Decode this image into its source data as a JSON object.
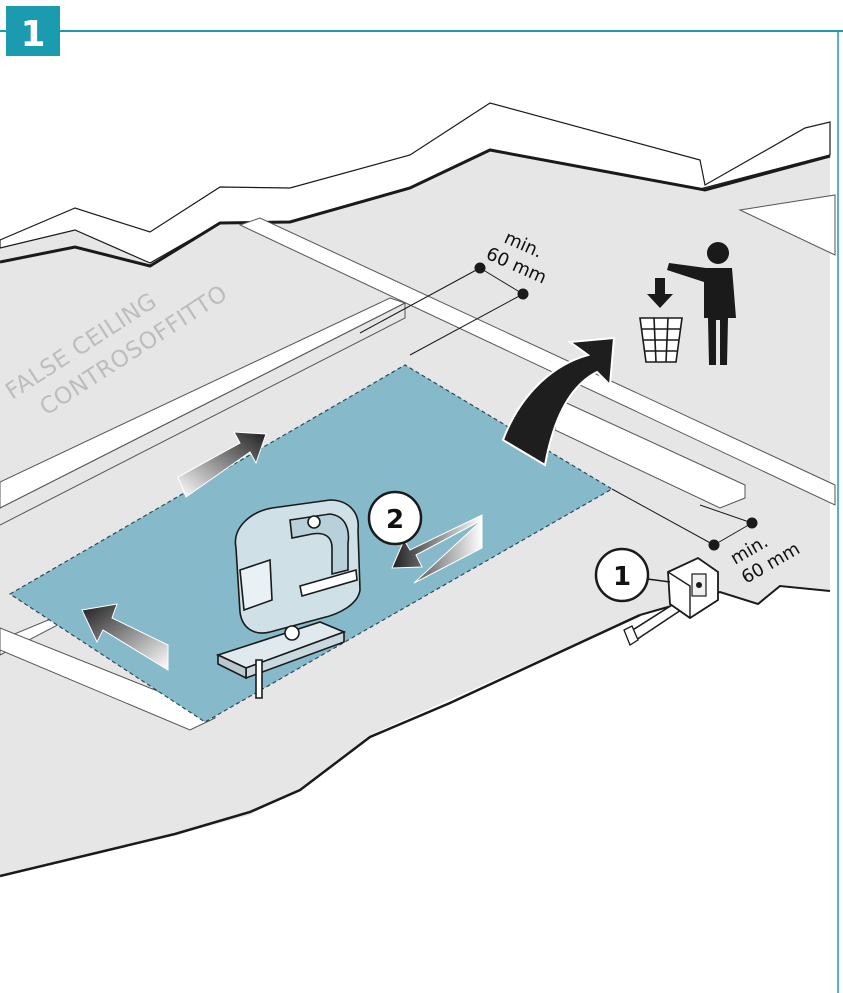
{
  "step": {
    "number": "1"
  },
  "labels": {
    "ceiling_en": "FALSE CEILING",
    "ceiling_it": "CONTROSOFFITTO"
  },
  "dimensions": {
    "top": {
      "line1": "min.",
      "line2": "60 mm"
    },
    "right": {
      "line1": "min.",
      "line2": "60 mm"
    }
  },
  "callouts": {
    "measure": "1",
    "cut": "2"
  },
  "colors": {
    "accent": "#1a9bb0",
    "cut_area": "#86b9c9",
    "panel": "#e6e6e6",
    "outline": "#1a1a1a"
  },
  "icons": [
    "tape-measure-icon",
    "jigsaw-icon",
    "trash-bin-icon",
    "person-icon",
    "curved-arrow-icon",
    "drop-arrow-icon"
  ]
}
